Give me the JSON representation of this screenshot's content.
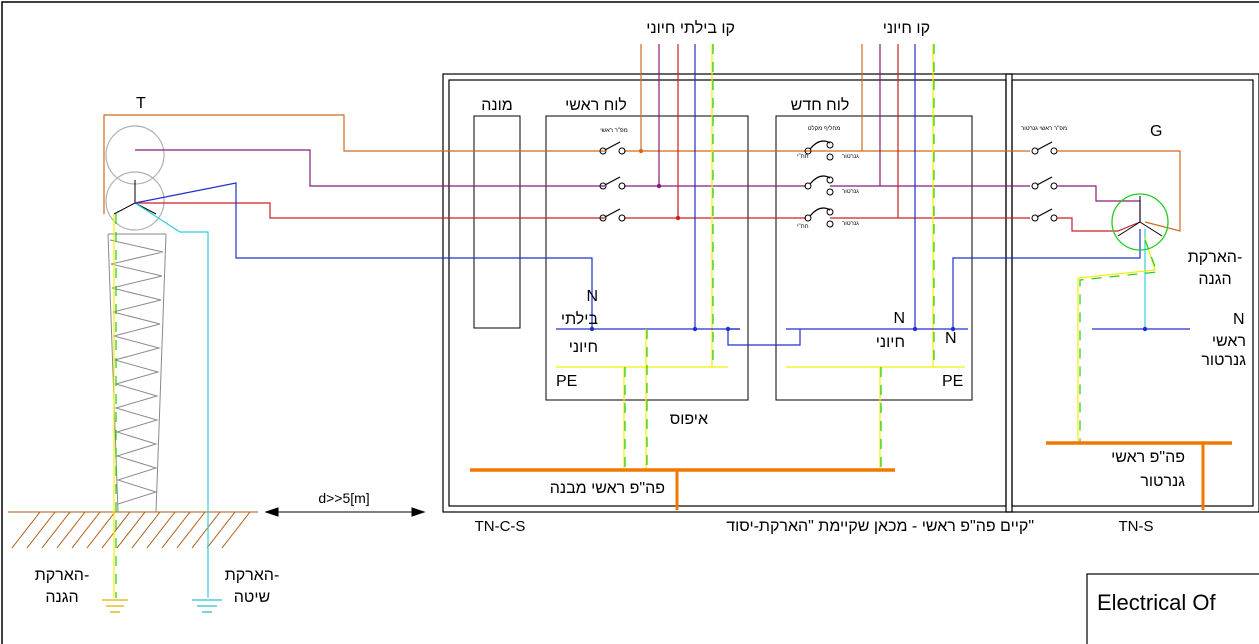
{
  "colors": {
    "orange": "#d2691e",
    "purple": "#8b1a7a",
    "red": "#cc2020",
    "blue": "#2030d0",
    "green": "#22cc22",
    "yellow": "#f0f000",
    "cyan": "#30d0e0",
    "earth_bar": "#f07800",
    "ground_hatch": "#b05a10"
  },
  "labels": {
    "transformer": "T",
    "generator": "G",
    "non_essential_line": "קו בילתי חיוני",
    "essential_line": "קו חיוני",
    "meter": "מונה",
    "main_panel": "לוח ראשי",
    "new_panel": "לוח חדש",
    "n": "N",
    "pe": "PE",
    "non_essential_1": "בילתי",
    "non_essential_2": "חיוני",
    "essential": "חיוני",
    "neutralization": "איפוס",
    "building_main_ebb": "פה\"פ ראשי מבנה",
    "gen_main_ebb_1": "פה\"פ ראשי",
    "gen_main_ebb_2": "גנרטור",
    "gen_neutral_1": "ראשי",
    "gen_neutral_2": "גנרטור",
    "protective_earth_1": "הארקת-",
    "protective_earth_2": "הגנה",
    "system_earth_1": "הארקת-",
    "system_earth_2": "שיטה",
    "distance": "d>>5[m]",
    "tn_c_s": "TN-C-S",
    "tn_s": "TN-S",
    "bottom_note": "קיים פה\"פ ראשי - מכאן שקיימת \"הארקת-יסוד\"",
    "title_block": "Electrical Of",
    "main_switch_tiny": "מפ\"ר ראשי",
    "gen_switch_tiny": "מפ\"ר ראשי גנרטור",
    "changeover_tiny": "מחליף מקלט",
    "generator_tiny": "גנרטור",
    "grid_tiny": "חח\"י"
  }
}
